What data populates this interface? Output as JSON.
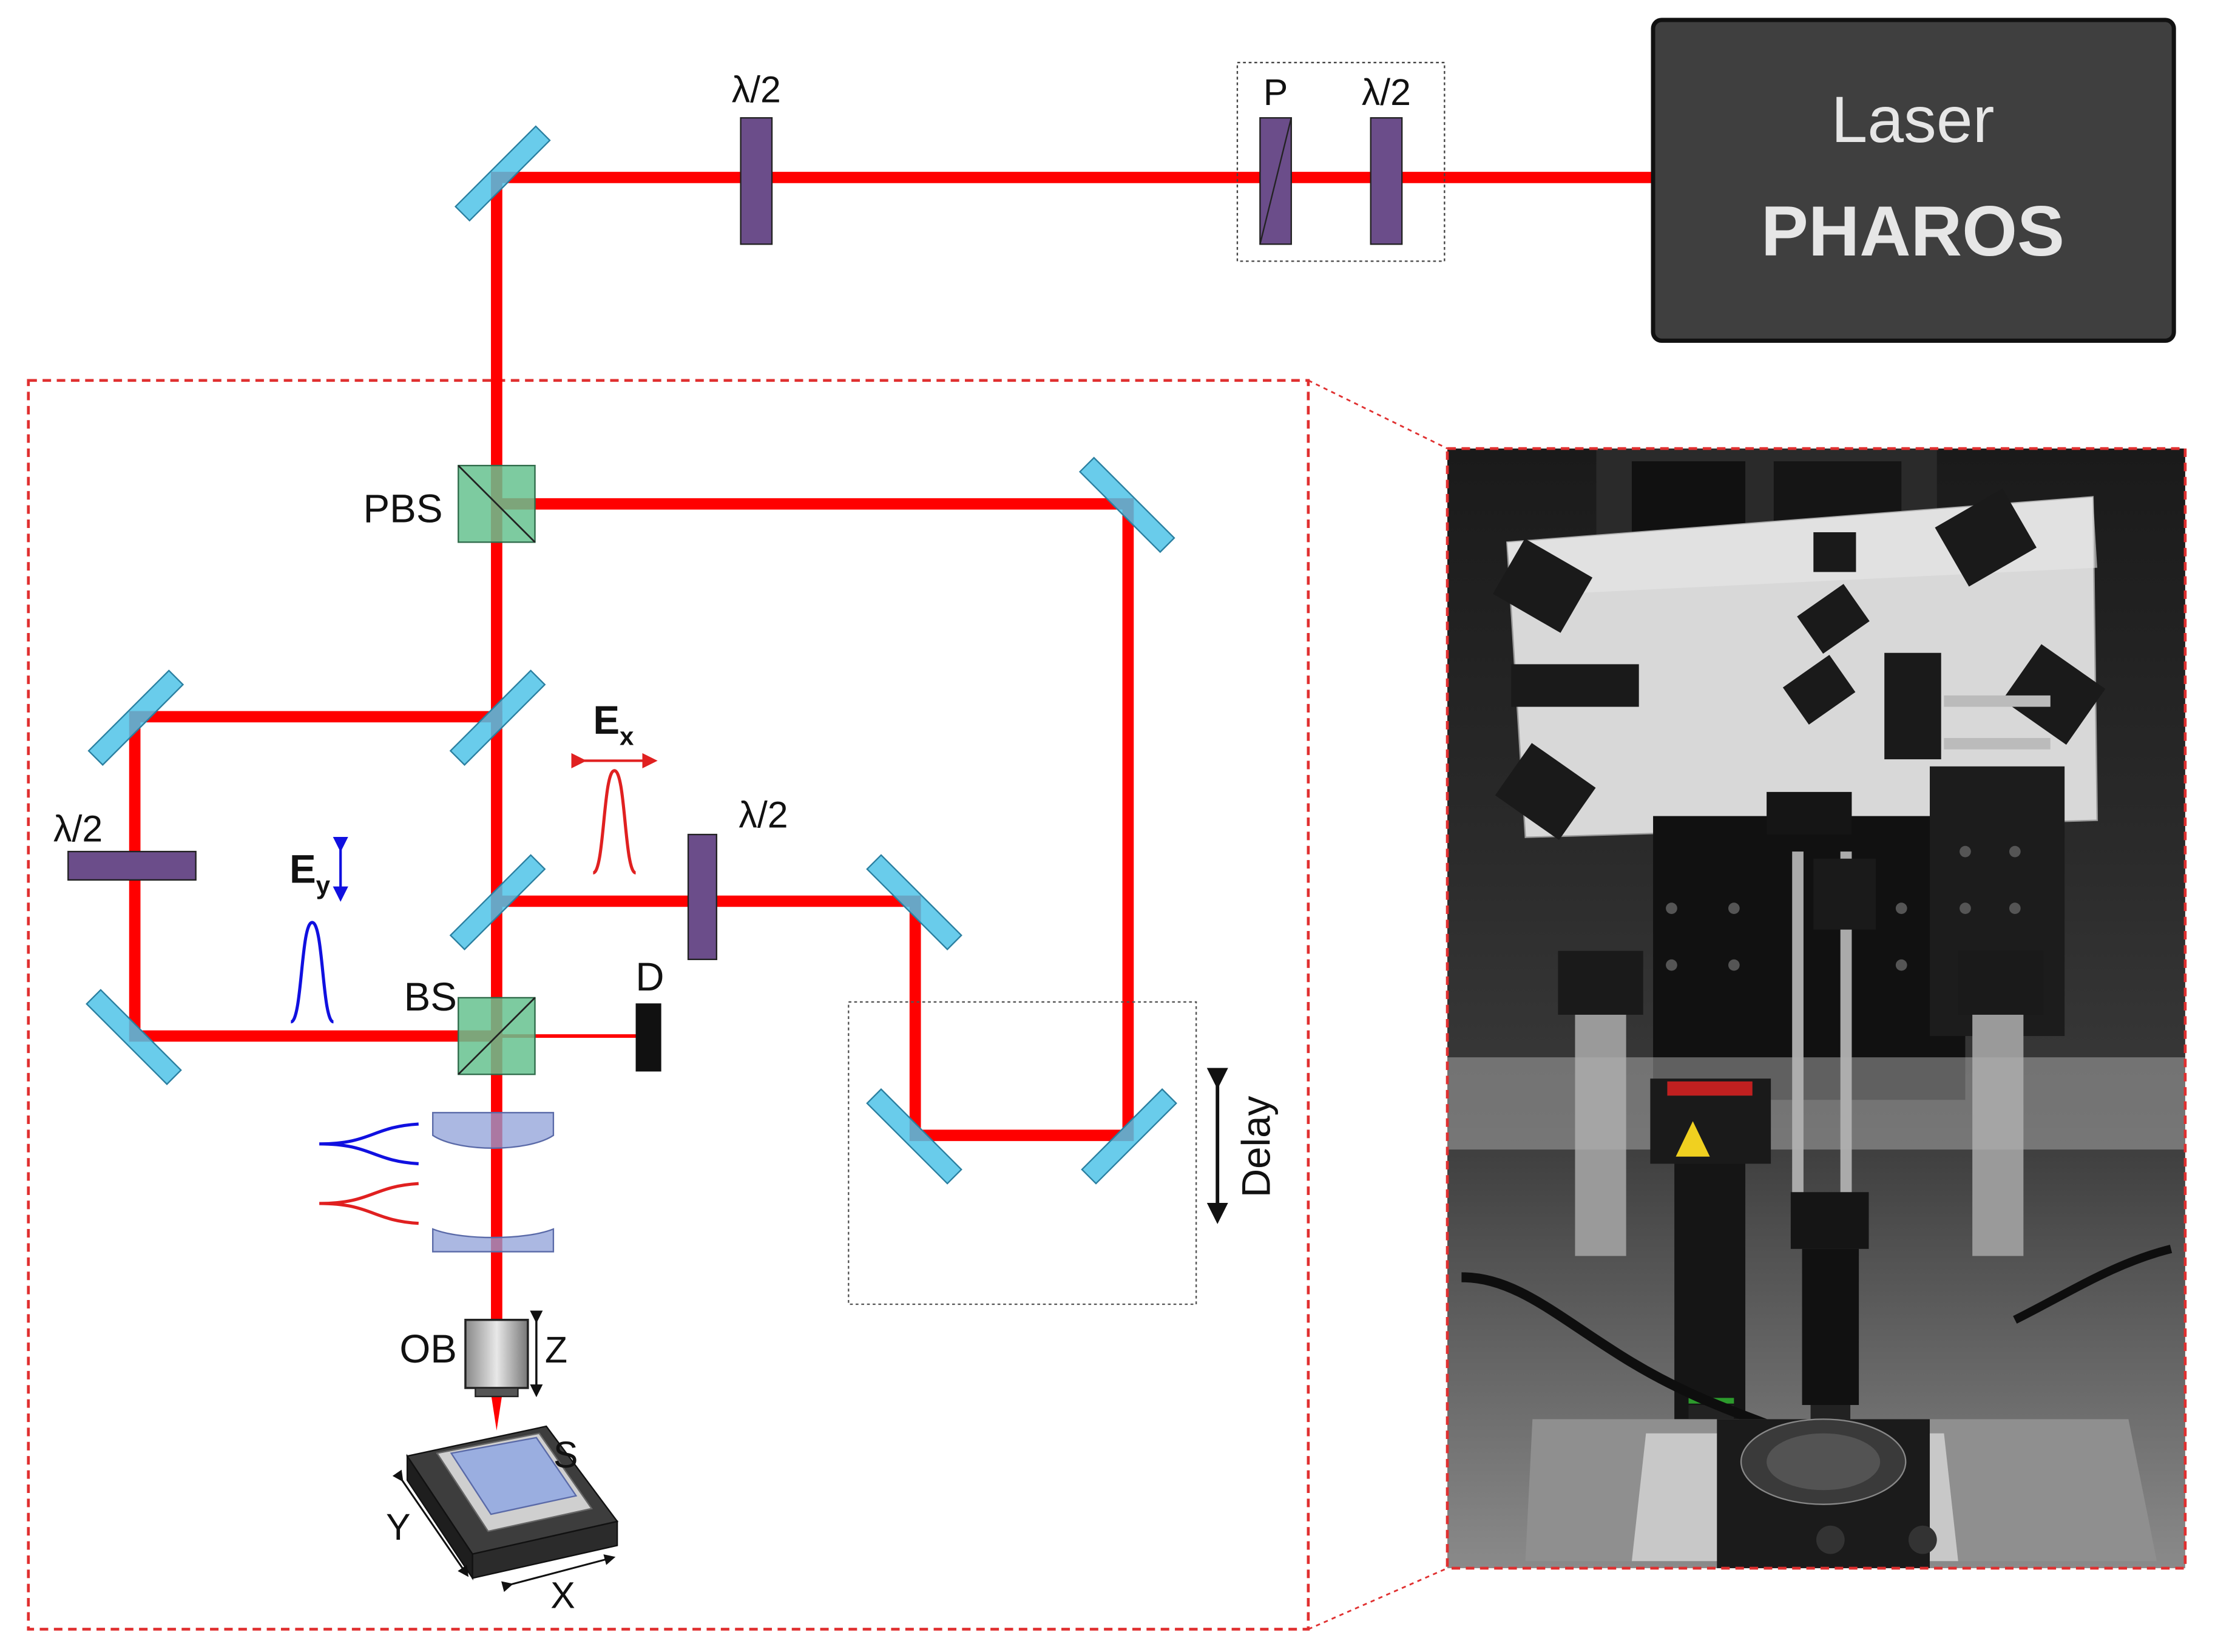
{
  "laser": {
    "line1": "Laser",
    "line2": "PHAROS"
  },
  "labels": {
    "half_wave": "λ/2",
    "polarizer": "P",
    "pbs": "PBS",
    "bs": "BS",
    "detector": "D",
    "objective": "OB",
    "z_axis": "Z",
    "x_axis": "X",
    "y_axis": "Y",
    "sample": "S",
    "delay": "Delay",
    "ex_base": "E",
    "ex_sub": "x",
    "ey_base": "E",
    "ey_sub": "y"
  },
  "colors": {
    "beam": "#ff0000",
    "mirror": "#4fc3e8",
    "waveplate": "#6b4d8a",
    "splitter": "#66c28f",
    "laser_box": "#3f3f3f",
    "laser_text": "#e6e6e6",
    "pulse_blue": "#1010e0",
    "pulse_red": "#e02020",
    "frame": "#e03030"
  },
  "photo": {
    "description_icon": "setup-photo"
  }
}
